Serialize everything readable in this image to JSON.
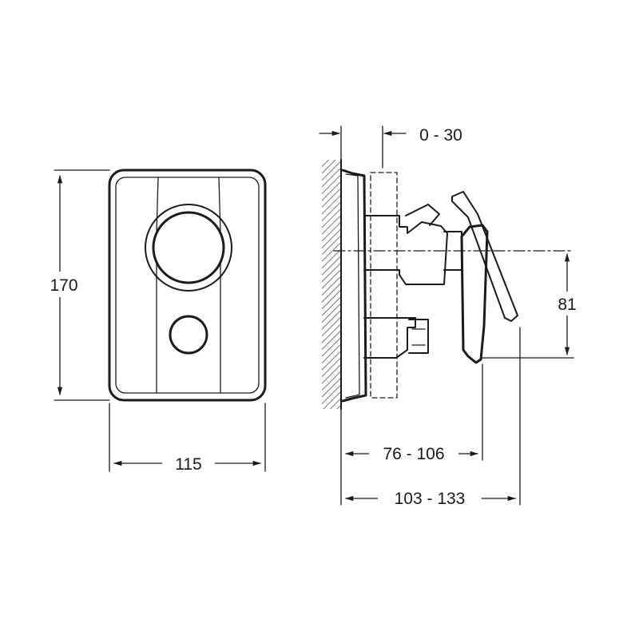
{
  "dimensions": {
    "height_front": "170",
    "width_front": "115",
    "adjust_range": "0 - 30",
    "offset_vertical": "81",
    "depth_lever": "76 - 106",
    "depth_total": "103 - 133"
  },
  "colors": {
    "line": "#1a1a1a",
    "background": "#ffffff",
    "hatch": "#555555"
  }
}
